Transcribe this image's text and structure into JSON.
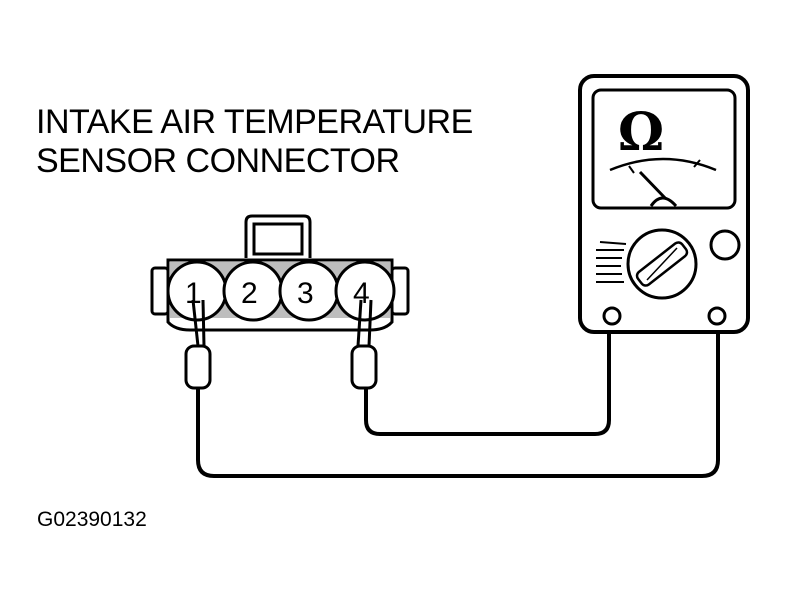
{
  "title": {
    "line1": "INTAKE AIR TEMPERATURE",
    "line2": "SENSOR CONNECTOR"
  },
  "connector": {
    "pins": [
      "1",
      "2",
      "3",
      "4"
    ],
    "probed_pins": [
      "1",
      "4"
    ]
  },
  "meter": {
    "unit_symbol": "Ω",
    "icon": "ohmmeter-icon"
  },
  "figure_code": "G02390132",
  "colors": {
    "line": "#000000",
    "background": "#ffffff",
    "connector_fill": "#bdbdbd"
  }
}
